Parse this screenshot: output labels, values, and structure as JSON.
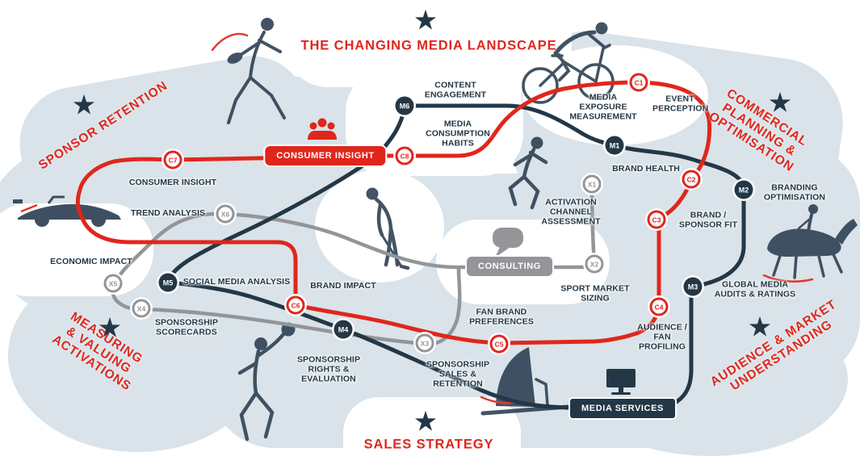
{
  "colors": {
    "red": "#e0261c",
    "navy": "#233746",
    "grey": "#939598",
    "cloud": "#d9e3e9",
    "white": "#ffffff"
  },
  "zones": {
    "sponsor_retention": "SPONSOR RETENTION",
    "changing_media_landscape": "THE CHANGING MEDIA LANDSCAPE",
    "commercial_planning": "COMMERCIAL PLANNING & OPTIMISATION",
    "measuring_valuing": "MEASURING & VALUING ACTIVATIONS",
    "sales_strategy": "SALES STRATEGY",
    "audience_market": "AUDIENCE & MARKET UNDERSTANDING"
  },
  "terminals": {
    "consumer_insight": "CONSUMER INSIGHT",
    "consulting": "CONSULTING",
    "media_services": "MEDIA SERVICES"
  },
  "stations": {
    "c1": {
      "code": "C1",
      "label": "EVENT PERCEPTION"
    },
    "c2": {
      "code": "C2",
      "label": "BRAND HEALTH"
    },
    "c3": {
      "code": "C3",
      "label": "BRAND / SPONSOR FIT"
    },
    "c4": {
      "code": "C4",
      "label": "AUDIENCE / FAN PROFILING"
    },
    "c5": {
      "code": "C5",
      "label": "FAN BRAND PREFERENCES"
    },
    "c6": {
      "code": "C6",
      "label": "BRAND IMPACT"
    },
    "c7": {
      "code": "C7",
      "label": "CONSUMER INSIGHT"
    },
    "c8": {
      "code": "C8",
      "label": "MEDIA CONSUMPTION HABITS"
    },
    "m1": {
      "code": "M1",
      "label": "MEDIA EXPOSURE MEASUREMENT"
    },
    "m2": {
      "code": "M2",
      "label": "BRANDING OPTIMISATION"
    },
    "m3": {
      "code": "M3",
      "label": "GLOBAL MEDIA AUDITS & RATINGS"
    },
    "m4": {
      "code": "M4",
      "label": "SPONSORSHIP RIGHTS & EVALUATION"
    },
    "m5": {
      "code": "M5",
      "label": "SOCIAL MEDIA ANALYSIS"
    },
    "m6": {
      "code": "M6",
      "label": "CONTENT ENGAGEMENT"
    },
    "x1": {
      "code": "X1",
      "label": "ACTIVATION CHANNEL ASSESSMENT"
    },
    "x2": {
      "code": "X2",
      "label": "SPORT MARKET SIZING"
    },
    "x3": {
      "code": "X3",
      "label": "SPONSORSHIP SALES & RETENTION"
    },
    "x4": {
      "code": "X4",
      "label": "SPONSORSHIP SCORECARDS"
    },
    "x5": {
      "code": "X5",
      "label": "ECONOMIC IMPACT"
    },
    "x6": {
      "code": "X6",
      "label": "TREND ANALYSIS"
    }
  },
  "icons": {
    "star_glyph": "★",
    "people": "people-icon",
    "speech_bubble": "speech-bubble-icon",
    "tv": "tv-icon"
  },
  "illustrations": [
    "rugby-player",
    "cyclist",
    "race-car",
    "golfer",
    "runner",
    "polo-horses",
    "handball-player",
    "windsurfer"
  ]
}
